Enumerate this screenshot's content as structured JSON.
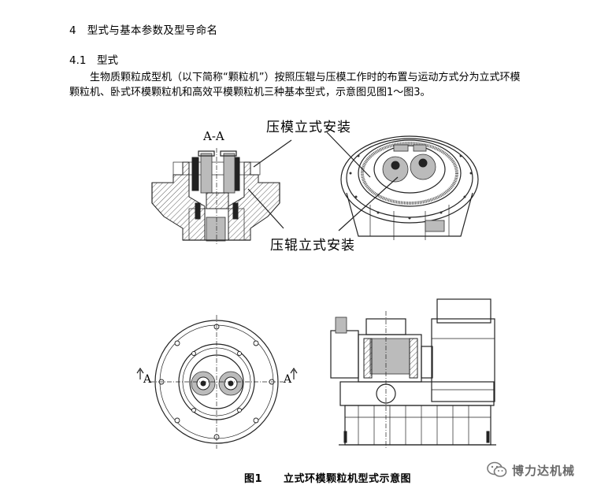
{
  "heading": {
    "section": "4　型式与基本参数及型号命名",
    "subsection": "4.1　型式"
  },
  "paragraph": {
    "line1": "生物质颗粒成型机（以下简称“颗粒机”）按照压辊与压模工作时的布置与运动方式分为立式环模",
    "line2": "颗粒机、卧式环模颗粒机和高效平模颗粒机三种基本型式，示意图见图1～图3。"
  },
  "figure": {
    "section_label": "A-A",
    "callout_die": "压模立式安装",
    "callout_roller": "压辊立式安装",
    "cut_marker_left": "A",
    "cut_marker_right": "A",
    "caption": "图1　　立式环模颗粒机型式示意图"
  },
  "watermark": {
    "text": "博力达机械",
    "icon": "wechat-icon"
  }
}
